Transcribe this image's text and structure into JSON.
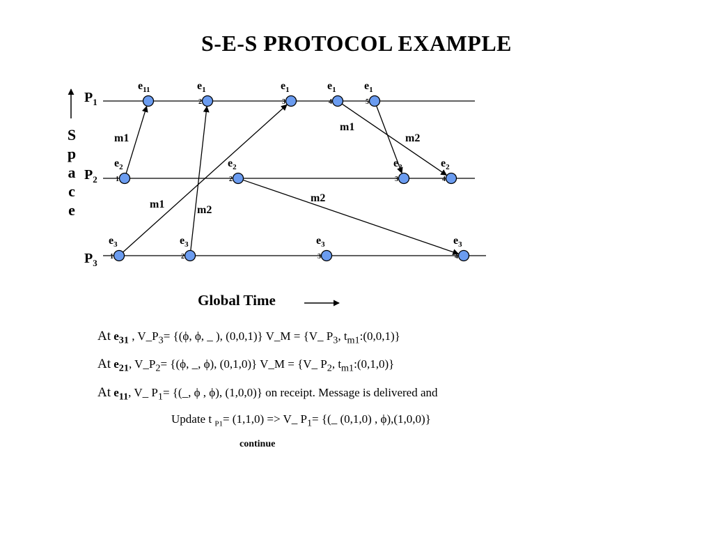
{
  "title": "S-E-S  PROTOCOL  EXAMPLE",
  "space_label": [
    "S",
    "p",
    "a",
    "c",
    "e"
  ],
  "global_time": "Global Time",
  "colors": {
    "event_fill": "#6b9cf0",
    "line": "#000000"
  },
  "processes": [
    {
      "main": "P",
      "sub": "1"
    },
    {
      "main": "P",
      "sub": "2"
    },
    {
      "main": "P",
      "sub": "3"
    }
  ],
  "events": [
    {
      "id": "e11",
      "main": "e",
      "sub": "11",
      "tail": ""
    },
    {
      "id": "e12",
      "main": "e",
      "sub": "1",
      "tail": "2"
    },
    {
      "id": "e13",
      "main": "e",
      "sub": "1",
      "tail": "3"
    },
    {
      "id": "e14",
      "main": "e",
      "sub": "1",
      "tail": "4"
    },
    {
      "id": "e15",
      "main": "e",
      "sub": "1",
      "tail": "5"
    },
    {
      "id": "e21",
      "main": "e",
      "sub": "2",
      "tail": "1"
    },
    {
      "id": "e22",
      "main": "e",
      "sub": "2",
      "tail": "2"
    },
    {
      "id": "e23",
      "main": "e",
      "sub": "2",
      "tail": "3"
    },
    {
      "id": "e24",
      "main": "e",
      "sub": "2",
      "tail": "4"
    },
    {
      "id": "e31",
      "main": "e",
      "sub": "3",
      "tail": "1"
    },
    {
      "id": "e32",
      "main": "e",
      "sub": "3",
      "tail": "2"
    },
    {
      "id": "e33",
      "main": "e",
      "sub": "3",
      "tail": "3"
    },
    {
      "id": "e34",
      "main": "e",
      "sub": "3",
      "tail": "4"
    }
  ],
  "messages": [
    {
      "from": "e21",
      "to": "e11",
      "label": "m1"
    },
    {
      "from": "e32",
      "to": "e12",
      "label": "m2"
    },
    {
      "from": "e31",
      "to": "e13",
      "label": "m1"
    },
    {
      "from": "e14",
      "to": "e24",
      "label": "m1"
    },
    {
      "from": "e15",
      "to": "e23",
      "label": "m2"
    },
    {
      "from": "e22",
      "to": "e34",
      "label": "m2"
    }
  ],
  "text_lines": [
    {
      "at": "At",
      "ev": "e",
      "ev_sub": "31",
      "a": " , V_P",
      "a_sub": "3",
      "b": "= {(ϕ, ϕ, _ ), (0,0,1)}     V_M = {V_ P",
      "b_sub": "3",
      "c": ",  t",
      "c_sub": "m1",
      "d": ":(0,0,1)}"
    },
    {
      "at": "At",
      "ev": "e",
      "ev_sub": "21",
      "a": ", V_P",
      "a_sub": "2",
      "b": "= {(ϕ, _, ϕ), (0,1,0)}    V_M = {V_ P",
      "b_sub": "2",
      "c": ",  t",
      "c_sub": "m1",
      "d": ":(0,1,0)}"
    },
    {
      "at": "At",
      "ev": "e",
      "ev_sub": "11",
      "a": ", V_ P",
      "a_sub": "1",
      "b": "= {(_, ϕ , ϕ), (1,0,0)} on receipt. Message is delivered and",
      "b_sub": "",
      "c": "",
      "c_sub": "",
      "d": ""
    }
  ],
  "update_line": {
    "a": "Update t ",
    "a_sub": "P1",
    "b": "= (1,1,0) => V_ P",
    "b_sub": "1",
    "c": "= {(_ (0,1,0) , ϕ),(1,0,0)}"
  },
  "continue_label": "continue"
}
